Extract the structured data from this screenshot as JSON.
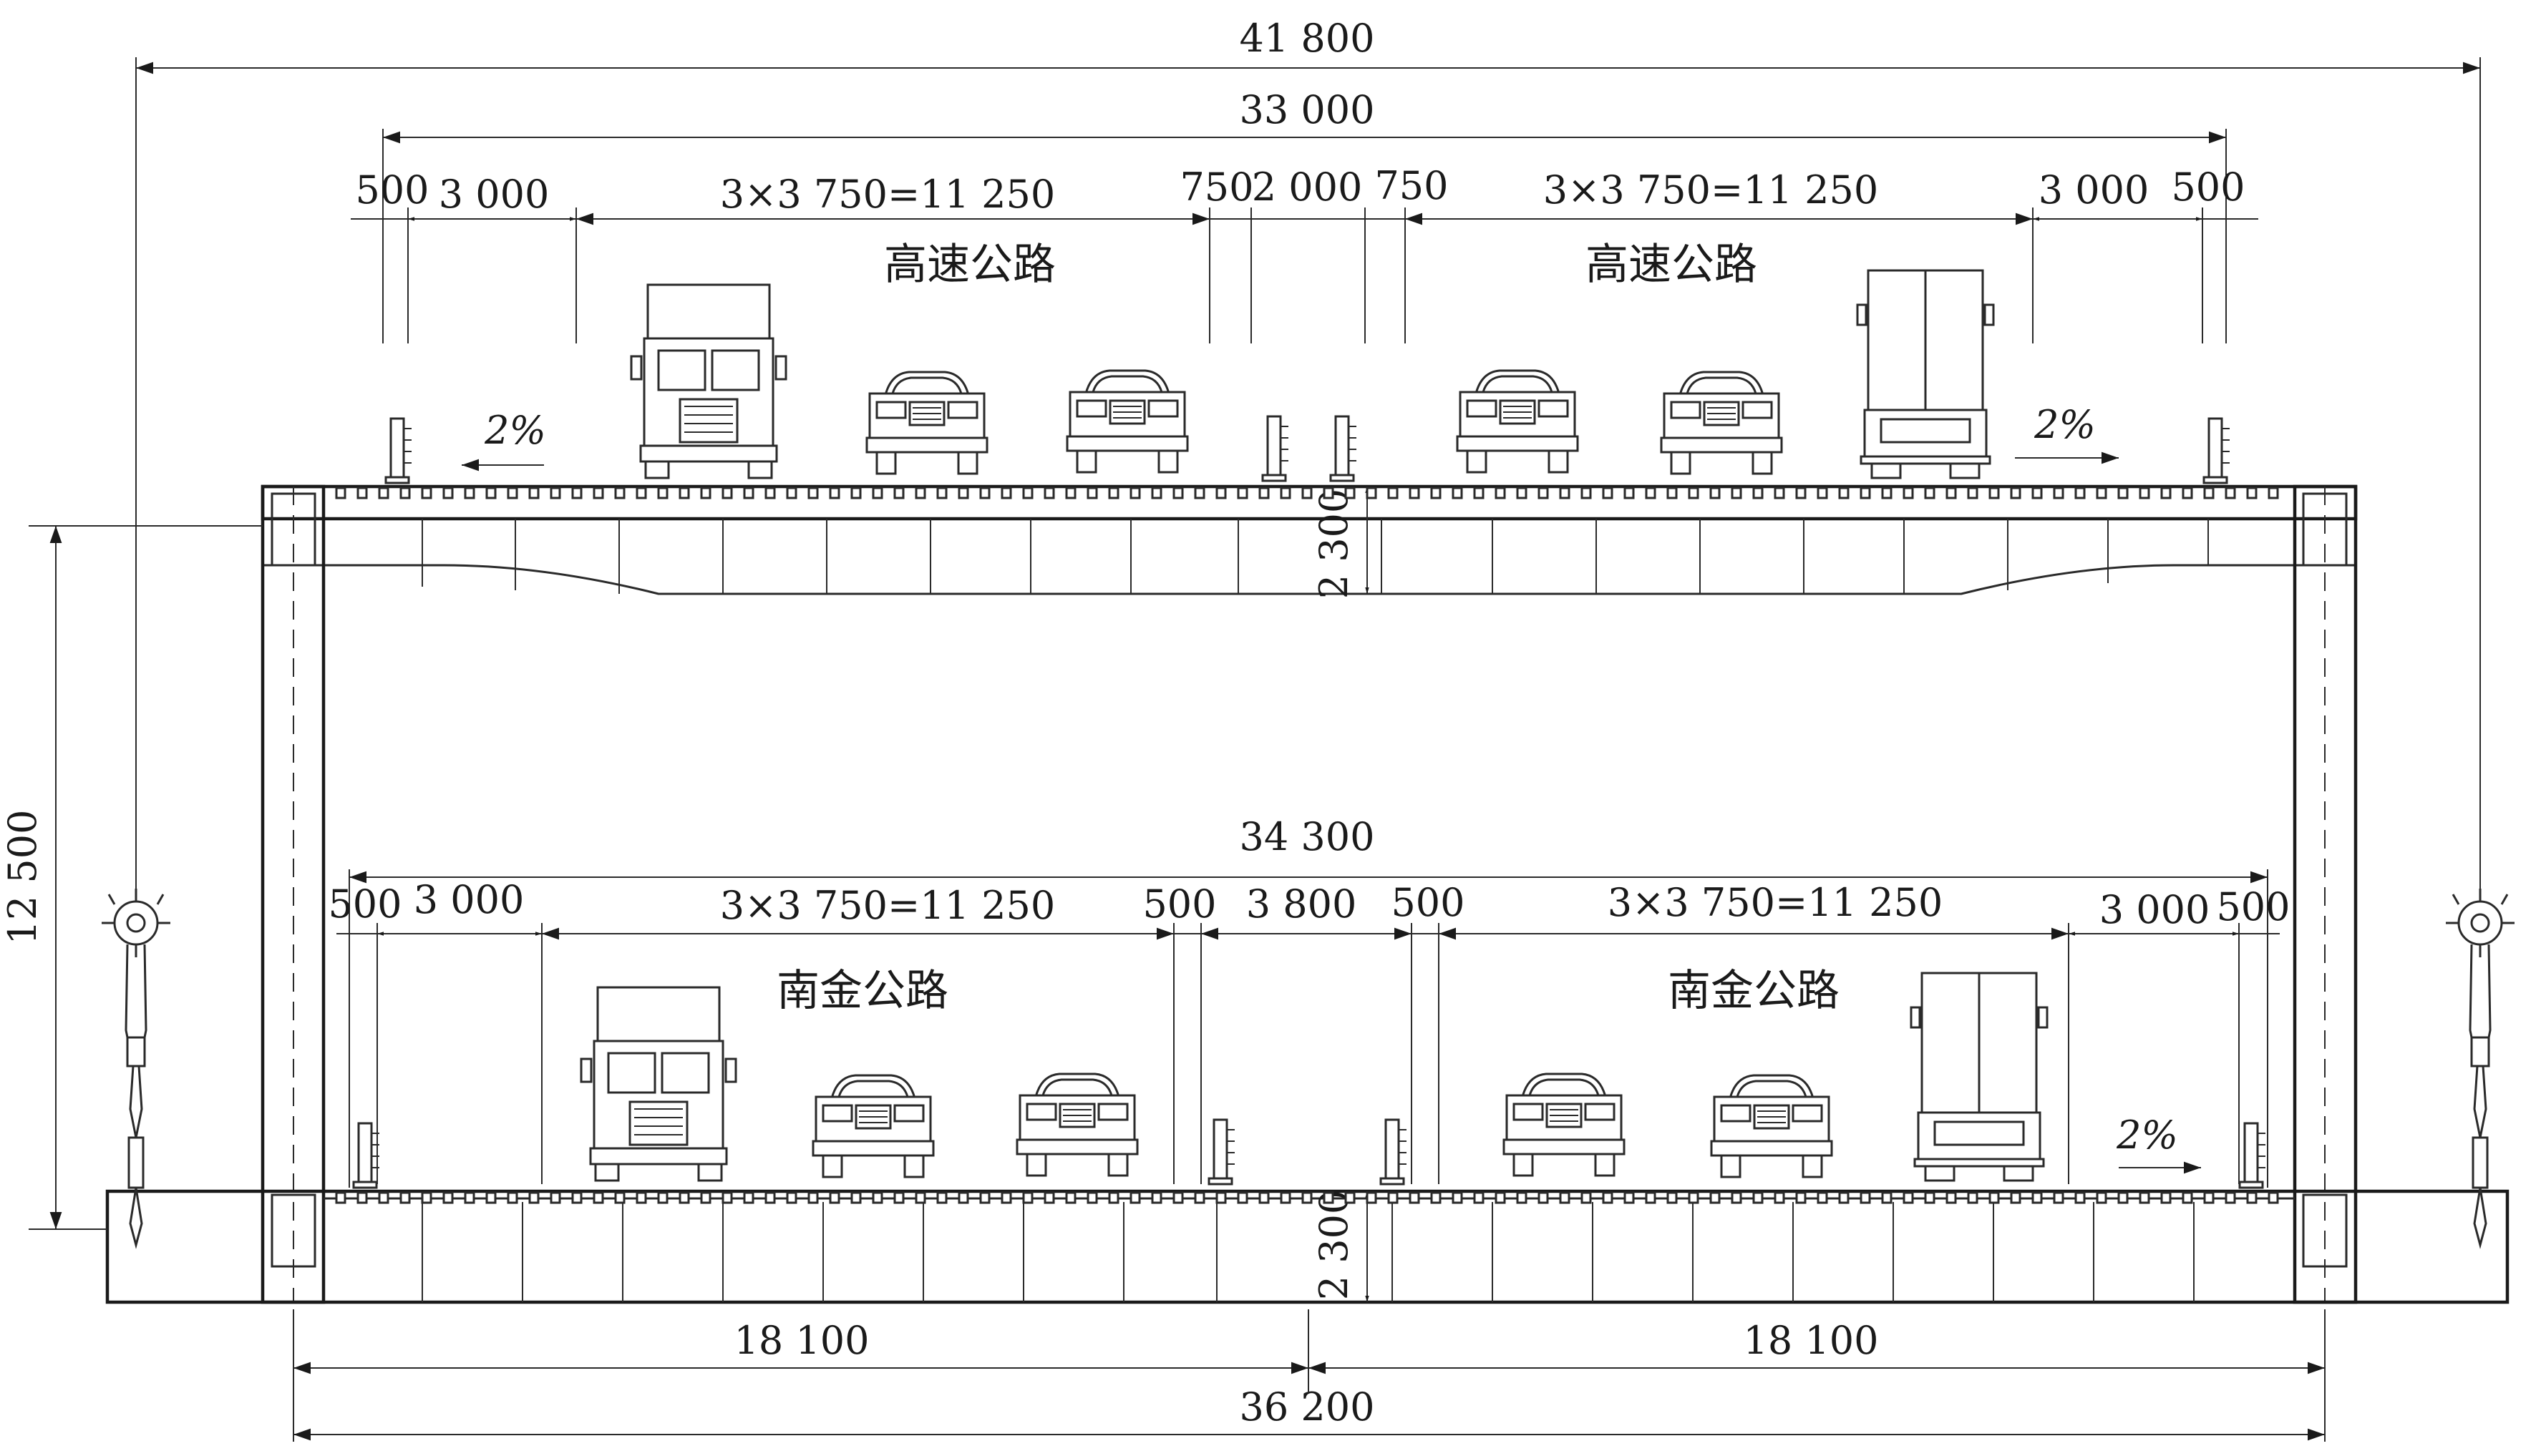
{
  "dimensions": {
    "overall_width": "41 800",
    "upper_deck_width": "33 000",
    "lower_deck_width": "34 300",
    "box_width": "36 200",
    "half_box_left": "18 100",
    "half_box_right": "18 100",
    "total_height": "12 500",
    "upper_girder_depth": "2 300",
    "lower_girder_depth": "2 300",
    "upper_row": [
      "500",
      "3 000",
      "3×3 750=11 250",
      "750",
      "2 000",
      "750",
      "3×3 750=11 250",
      "3 000",
      "500"
    ],
    "lower_row": [
      "500",
      "3 000",
      "3×3 750=11 250",
      "500",
      "3 800",
      "500",
      "3×3 750=11 250",
      "3 000",
      "500"
    ]
  },
  "roads": {
    "upper_left": "高速公路",
    "upper_right": "高速公路",
    "lower_left": "南金公路",
    "lower_right": "南金公路"
  },
  "slopes": {
    "upper_left": "2%",
    "upper_right": "2%",
    "lower_right": "2%"
  }
}
